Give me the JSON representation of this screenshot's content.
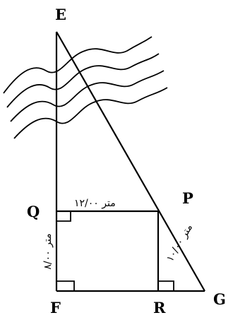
{
  "figure": {
    "points": {
      "E": "E",
      "P": "P",
      "Q": "Q",
      "F": "F",
      "R": "R",
      "G": "G"
    },
    "measurements": {
      "QP": "۱۲/۰۰ متر",
      "QF": "۸/۰۰ متر",
      "PG": "۱۰/۰۰ متر"
    }
  }
}
